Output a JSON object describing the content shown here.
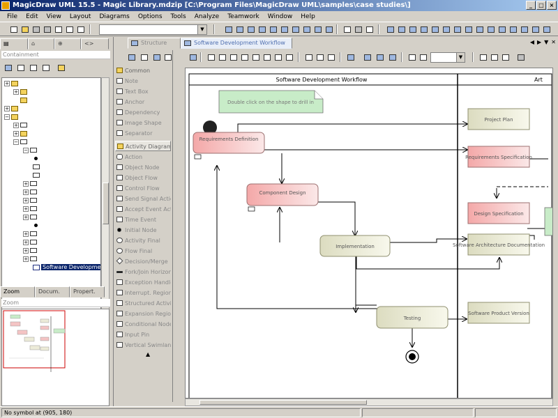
{
  "window": {
    "title": "MagicDraw UML 15.5 - Magic Library.mdzip [C:\\Program Files\\MagicDraw UML\\samples\\case studies\\]"
  },
  "menu": [
    "File",
    "Edit",
    "View",
    "Layout",
    "Diagrams",
    "Options",
    "Tools",
    "Analyze",
    "Teamwork",
    "Window",
    "Help"
  ],
  "left_panel": {
    "tree_title": "Containment",
    "selected_item": "Software Development",
    "bottom_tabs": [
      "Zoom",
      "Docum.",
      "Propert."
    ],
    "zoom_title": "Zoom"
  },
  "editor": {
    "tabs": [
      "Structure",
      "Software Development Workflow"
    ],
    "palette_items": [
      "Common",
      "Note",
      "Text Box",
      "Anchor",
      "Dependency",
      "Image Shape",
      "Separator",
      "Activity Diagram",
      "Action",
      "Object Node",
      "Object Flow",
      "Control Flow",
      "Send Signal Action",
      "Accept Event Action",
      "Time Event",
      "Initial Node",
      "Activity Final",
      "Flow Final",
      "Decision/Merge",
      "Fork/Join Horizontal",
      "Exception Handler",
      "Interrupt. Region",
      "Structured Activity",
      "Expansion Region",
      "Conditional Node",
      "Input Pin",
      "Vertical Swimlanes"
    ],
    "zoom_value": "",
    "diagram": {
      "lanes": [
        "Software Development Workflow",
        "Art"
      ],
      "note": "Double click on the shape to drill in",
      "actions": [
        "Requirements Definition",
        "Component Design",
        "Implementation",
        "Testing"
      ],
      "objects": [
        "Project Plan",
        "Requirements Specification",
        "Design Specification",
        "Software Architecture Documentation",
        "Software Product Version"
      ]
    }
  },
  "status": {
    "text": "No symbol at (905, 180)"
  },
  "colors": {
    "title_start": "#0a246a",
    "title_end": "#a6caf0",
    "action_fill": "#f4c4c4",
    "object_fill": "#ecebd8",
    "note_fill": "#c8ecc8"
  }
}
